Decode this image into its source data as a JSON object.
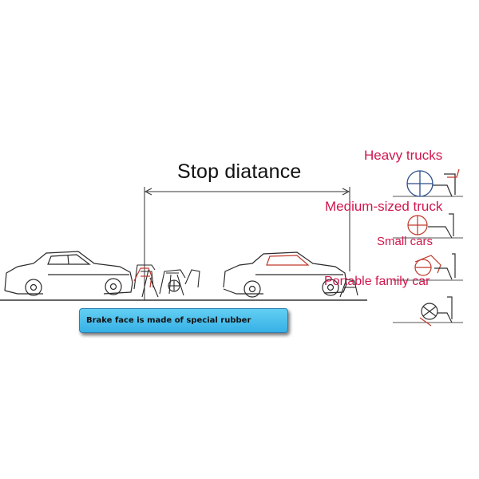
{
  "diagram": {
    "title": "Stop diatance",
    "callout": "Brake face is made of special rubber",
    "vehicle_labels": [
      "Heavy trucks",
      "Medium-sized truck",
      "Small cars",
      "Portable family car"
    ],
    "colors": {
      "label": "#d1164d",
      "line": "#333333",
      "callout_fill": "#4cc2f0",
      "wheel_red": "#c0392b",
      "wheel_blue": "#2c4e8a"
    }
  }
}
